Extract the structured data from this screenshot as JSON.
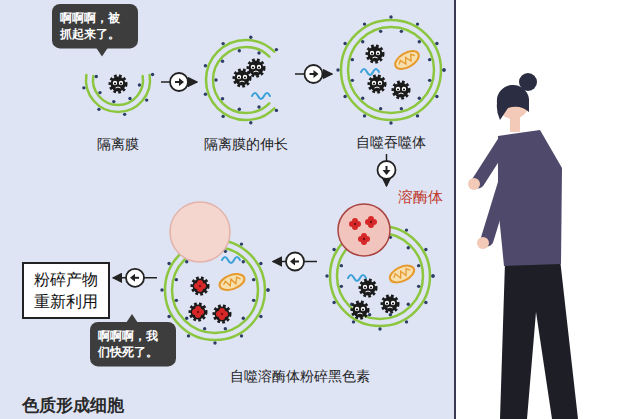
{
  "diagram": {
    "nodes": [
      {
        "text": [
          "啊啊啊，被抓起来了。"
        ]
      },
      {
        "text": [
          "隔离膜"
        ]
      },
      {
        "text": [
          "隔离膜的伸长"
        ]
      },
      {
        "text": [
          "自噬吞噬体"
        ]
      },
      {
        "text": [
          "溶酶体"
        ]
      },
      {
        "text": [
          "自噬溶酶体粉碎黑色素"
        ]
      },
      {
        "text": [
          "粉碎产物 重新利用"
        ]
      },
      {
        "text": [
          "啊啊啊，我们快死了。"
        ]
      }
    ],
    "edges": [
      {
        "from": 1,
        "to": 2,
        "arrow": "to"
      },
      {
        "from": 2,
        "to": 3,
        "arrow": "to"
      },
      {
        "from": 3,
        "to": 4,
        "arrow": "to"
      },
      {
        "from": 4,
        "to": 5,
        "arrow": "to"
      },
      {
        "from": 5,
        "to": 6,
        "arrow": "to"
      }
    ],
    "labels": [
      "色质形成细胞"
    ]
  }
}
